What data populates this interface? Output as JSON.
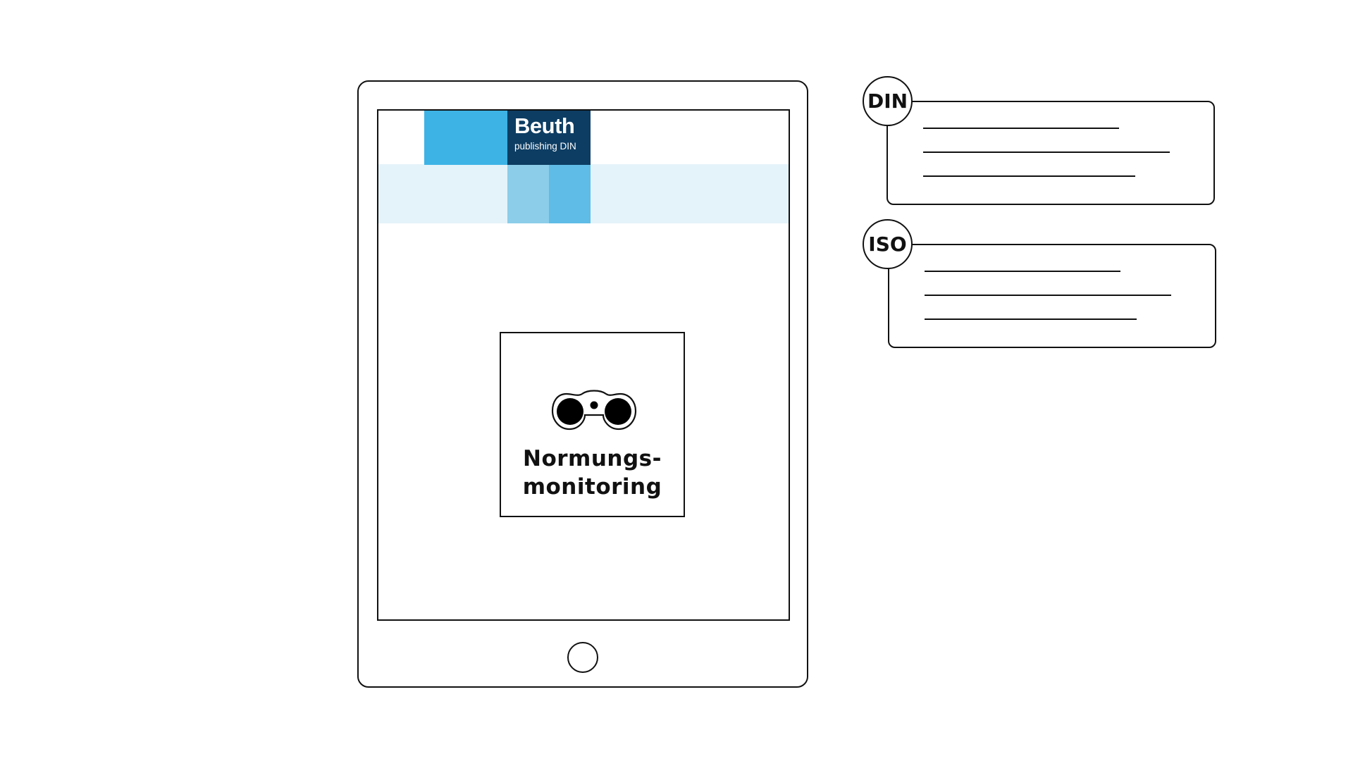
{
  "logo": {
    "title": "Beuth",
    "subtitle": "publishing DIN"
  },
  "monitoring": {
    "line1": "Normungs-",
    "line2": "monitoring",
    "icon": "binoculars-icon"
  },
  "cards": [
    {
      "badge": "DIN"
    },
    {
      "badge": "ISO"
    }
  ],
  "colors": {
    "brand_dark": "#0d3d63",
    "brand_blue": "#3db3e5",
    "brand_light": "#8ccde9",
    "brand_mid": "#5fbce6",
    "band": "#e4f3f9",
    "stroke": "#111111"
  }
}
